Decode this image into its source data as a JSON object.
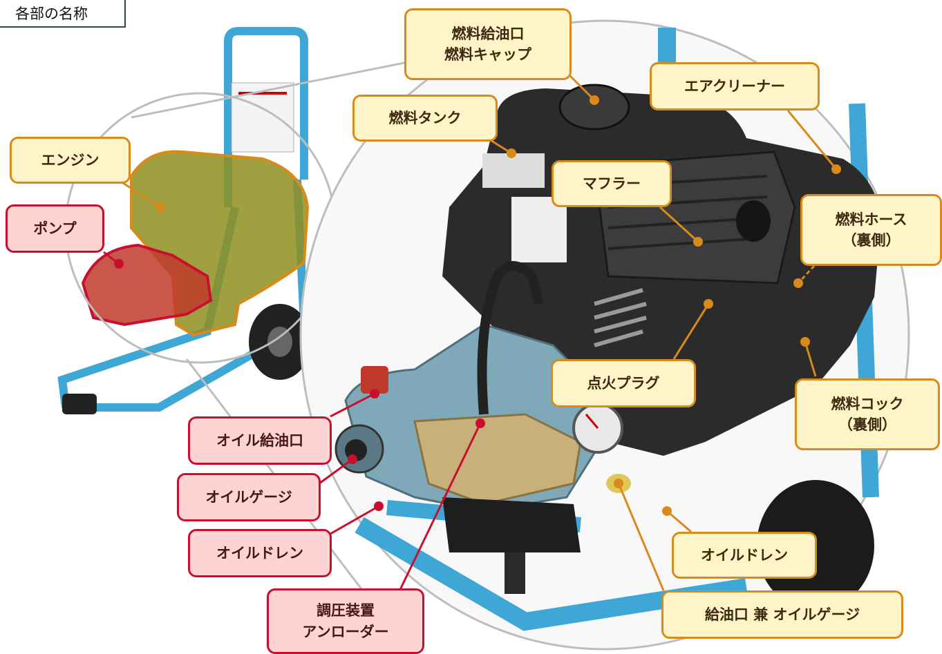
{
  "title": "各部の名称",
  "labels": {
    "fuel_cap": "燃料給油口\n燃料キャップ",
    "air_cleaner": "エアクリーナー",
    "fuel_tank": "燃料タンク",
    "engine": "エンジン",
    "pump": "ポンプ",
    "muffler": "マフラー",
    "fuel_hose": "燃料ホース\n（裏側）",
    "spark_plug": "点火プラグ",
    "fuel_cock": "燃料コック\n（裏側）",
    "pump_oil_fill": "オイル給油口",
    "pump_oil_gauge": "オイルゲージ",
    "pump_oil_drain": "オイルドレン",
    "engine_oil_drain": "オイルドレン",
    "unloader": "調圧装置\nアンローダー",
    "engine_oil_fill": "給油口 兼 オイルゲージ"
  },
  "colors": {
    "engine_group": "#d88a1a",
    "pump_group": "#c8102e",
    "frame": "#3fa7d6",
    "engine_body": "#2b2b2b"
  }
}
